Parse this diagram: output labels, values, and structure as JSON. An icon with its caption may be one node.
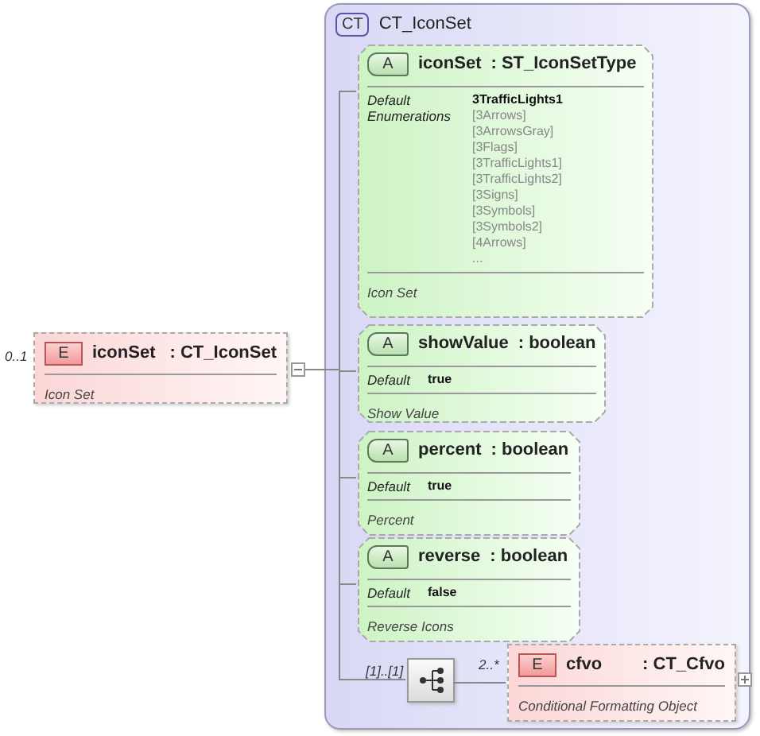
{
  "diagram": {
    "nodes": [
      {
        "text": [
          "E",
          "iconSet",
          ": CT_IconSet",
          "Icon Set"
        ],
        "beside": [
          "0..1"
        ]
      },
      {
        "text": [
          "CT",
          "CT_IconSet"
        ]
      },
      {
        "text": [
          "A",
          "iconSet",
          ": ST_IconSetType",
          "Default",
          "Enumerations",
          "3TrafficLights1",
          "[3Arrows]",
          "[3ArrowsGray]",
          "[3Flags]",
          "[3TrafficLights1]",
          "[3TrafficLights2]",
          "[3Signs]",
          "[3Symbols]",
          "[3Symbols2]",
          "[4Arrows]",
          "...",
          "Icon Set"
        ],
        "in": 1
      },
      {
        "text": [
          "A",
          "showValue",
          ": boolean",
          "Default",
          "true",
          "Show Value"
        ],
        "in": 1
      },
      {
        "text": [
          "A",
          "percent",
          ": boolean",
          "Default",
          "true",
          "Percent"
        ],
        "in": 1
      },
      {
        "text": [
          "A",
          "reverse",
          ": boolean",
          "Default",
          "false",
          "Reverse Icons"
        ],
        "in": 1
      },
      {
        "text": [],
        "shape": "box",
        "in": 1,
        "beside": [
          "[1]..[1]"
        ]
      },
      {
        "text": [
          "E",
          "cfvo",
          ": CT_Cfvo",
          "Conditional Formatting Object"
        ],
        "in": 1,
        "beside": [
          "2..*"
        ]
      }
    ],
    "edges": [
      {
        "from": 0,
        "to": 2,
        "arrow": "none"
      },
      {
        "from": 0,
        "to": 3,
        "arrow": "none"
      },
      {
        "from": 0,
        "to": 4,
        "arrow": "none"
      },
      {
        "from": 0,
        "to": 5,
        "arrow": "none"
      },
      {
        "from": 0,
        "to": 6,
        "arrow": "none"
      },
      {
        "from": 6,
        "to": 7,
        "arrow": "none"
      }
    ]
  }
}
